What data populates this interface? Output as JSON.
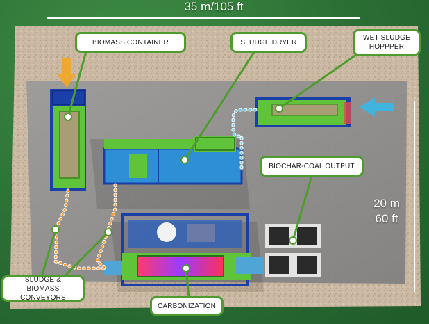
{
  "dimensions": {
    "width_label": "35 m/105 ft",
    "height_label_m": "20 m",
    "height_label_ft": "60 ft"
  },
  "labels": {
    "biomass_container": "BIOMASS CONTAINER",
    "sludge_dryer": "SLUDGE DRYER",
    "wet_sludge_hopper_line1": "WET SLUDGE",
    "wet_sludge_hopper_line2": "HOPPPER",
    "biochar_output": "BIOCHAR-COAL OUTPUT",
    "conveyors_line1": "SLUDGE & BIOMASS",
    "conveyors_line2": "CONVEYORS",
    "carbonization": "CARBONIZATION"
  },
  "colors": {
    "background_green": "#2f7a3a",
    "gravel_pad": "#c9b8a4",
    "concrete_slab": "#8f8f8f",
    "equipment_green": "#5fc43a",
    "frame_blue": "#1b3fa8",
    "dryer_blue": "#2e8fd6",
    "label_border": "#4f9c2e",
    "conveyor_orange": "#ff9a2a",
    "feed_arrow_cyan": "#37b8e8",
    "input_arrow_orange": "#f5a623"
  }
}
